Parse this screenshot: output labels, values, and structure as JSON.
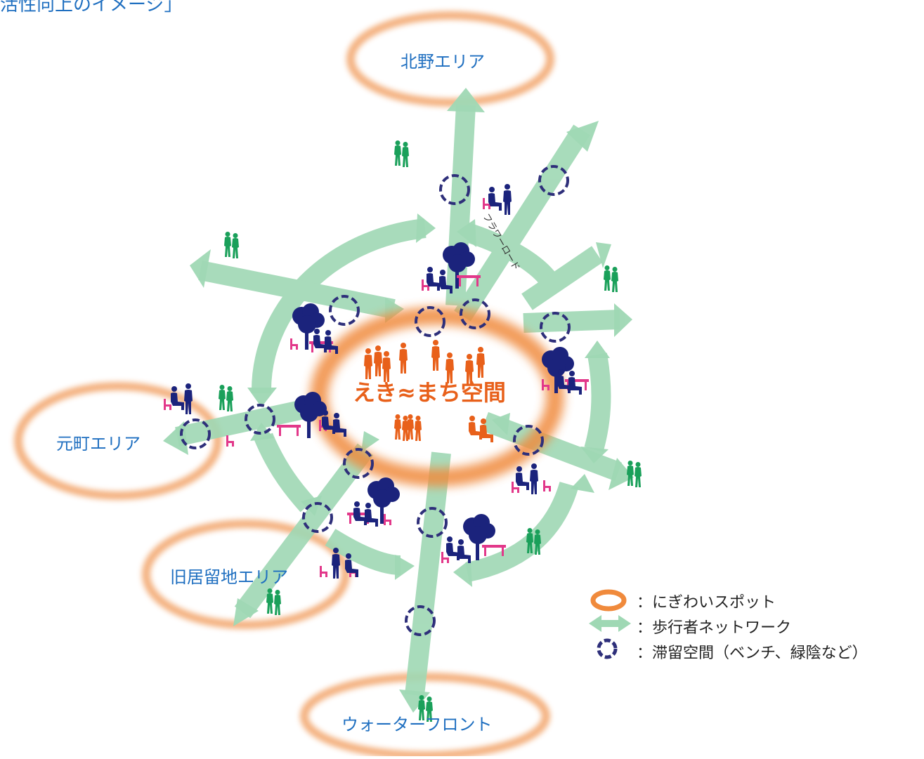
{
  "title": "活性向上のイメージ」",
  "areas": {
    "kitano": "北野エリア",
    "motomachi": "元町エリア",
    "kyukyoryuchi": "旧居留地エリア",
    "waterfront": "ウォーターフロント"
  },
  "center": {
    "title": "えき≈まち空間"
  },
  "road_label": "フラワーロード",
  "legend": {
    "spot": "：にぎわいスポット",
    "network": "：歩行者ネットワーク",
    "stay": "：滞留空間（ベンチ、緑陰など）"
  },
  "colors": {
    "area_ring": "#f2a46a",
    "center_ring": "#f08a3c",
    "path": "#9fd8b4",
    "stay_circle": "#2e2f7a",
    "walker": "#1aa05a",
    "sitter": "#1b237c",
    "crowd": "#e8601a",
    "bench": "#e2388a",
    "title_text": "#1f6fc0"
  }
}
